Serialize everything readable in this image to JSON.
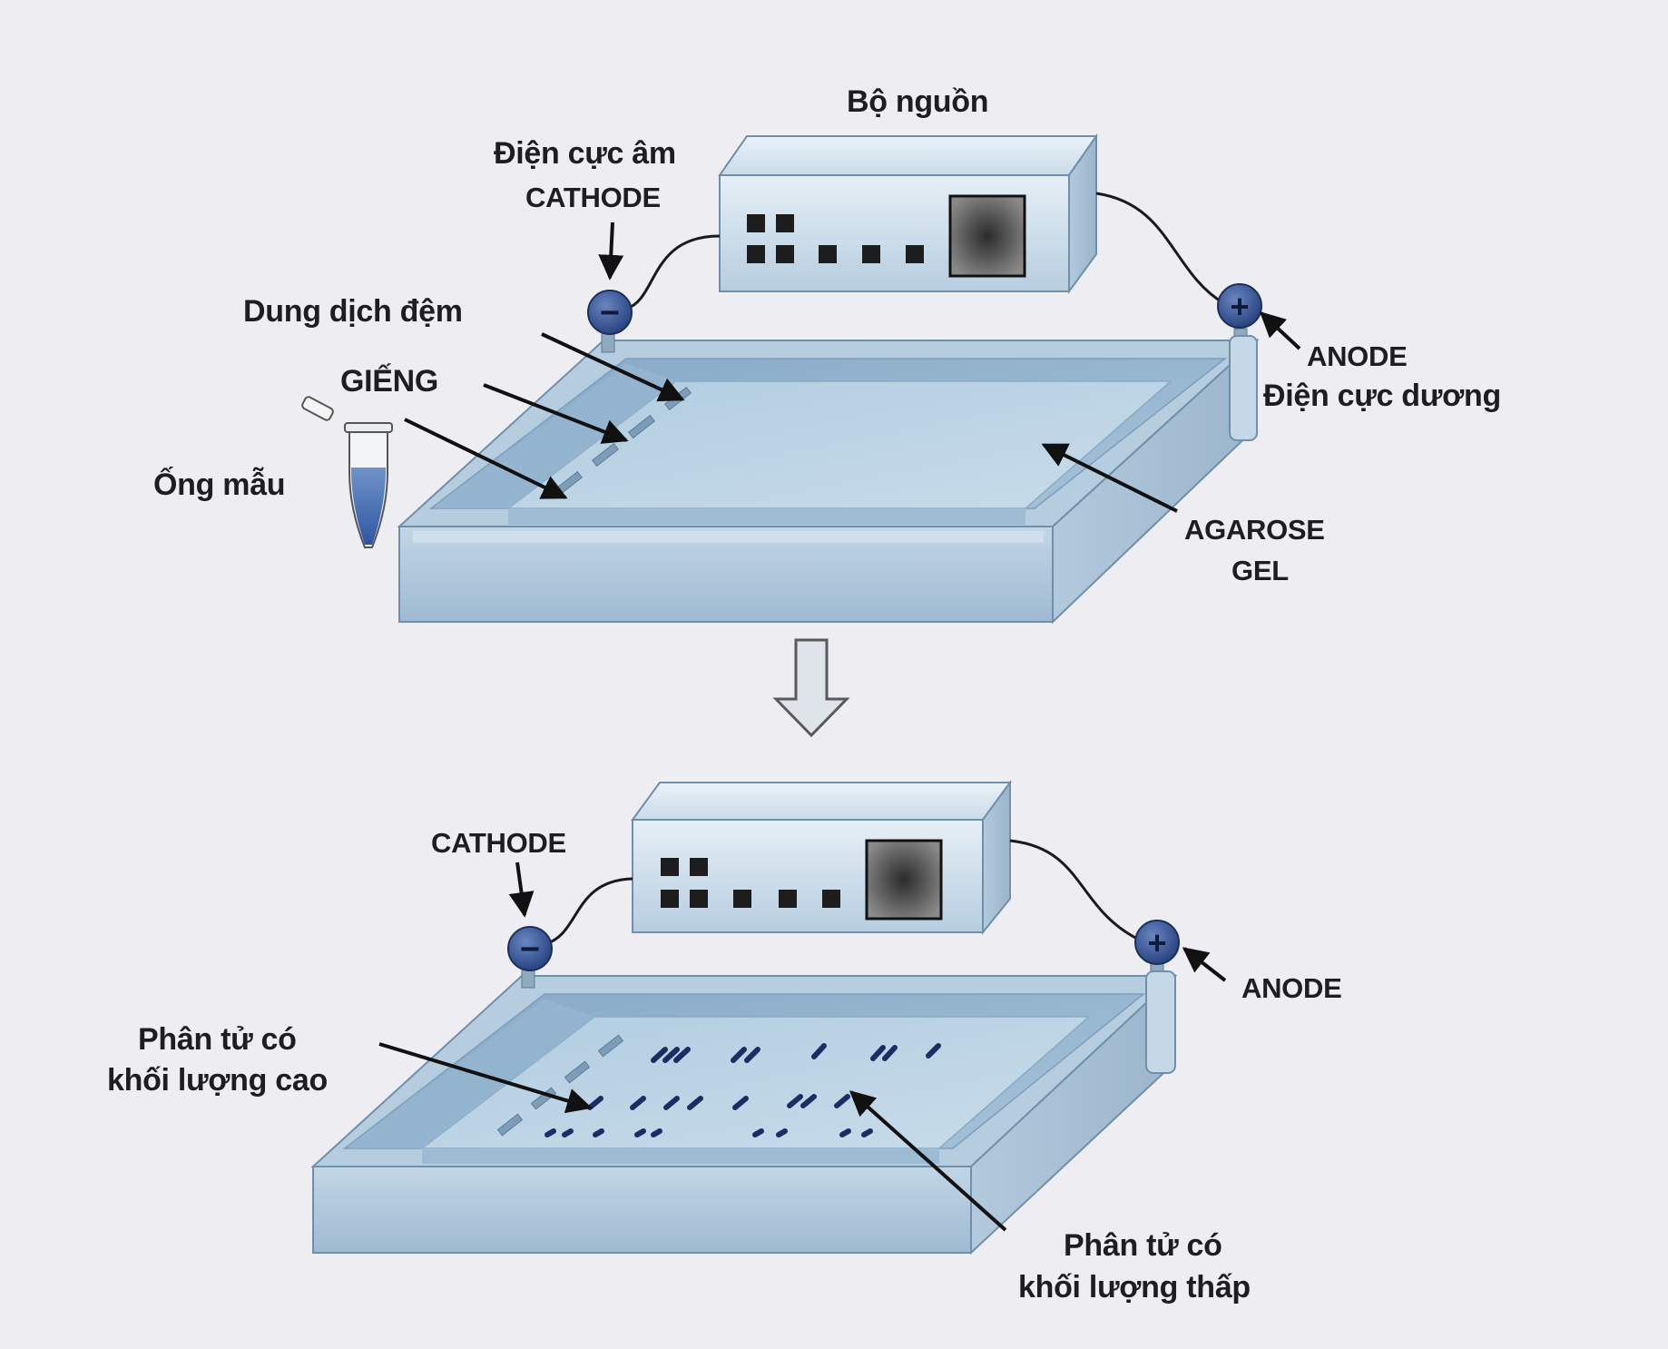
{
  "top_panel": {
    "power_supply_label": "Bộ nguồn",
    "cathode_label_vi": "Điện cực âm",
    "cathode_label": "CATHODE",
    "buffer_label": "Dung dịch đệm",
    "well_label": "GIẾNG",
    "sample_tube_label": "Ống mẫu",
    "anode_label": "ANODE",
    "anode_label_vi": "Điện cực dương",
    "gel_label_line1": "AGAROSE",
    "gel_label_line2": "GEL",
    "cathode_sign": "−",
    "anode_sign": "+"
  },
  "bottom_panel": {
    "cathode_label": "CATHODE",
    "anode_label": "ANODE",
    "high_mass_line1": "Phân tử có",
    "high_mass_line2": "khối lượng cao",
    "low_mass_line1": "Phân tử có",
    "low_mass_line2": "khối lượng thấp",
    "cathode_sign": "−",
    "anode_sign": "+"
  },
  "colors": {
    "background": "#eeedf1",
    "tray_blue": "#a9c6dc",
    "gel_blue": "#b8d4e7",
    "electrode_blue": "#2f4e8c",
    "band_dark": "#1a2e63",
    "label_text": "#1d1d22"
  }
}
